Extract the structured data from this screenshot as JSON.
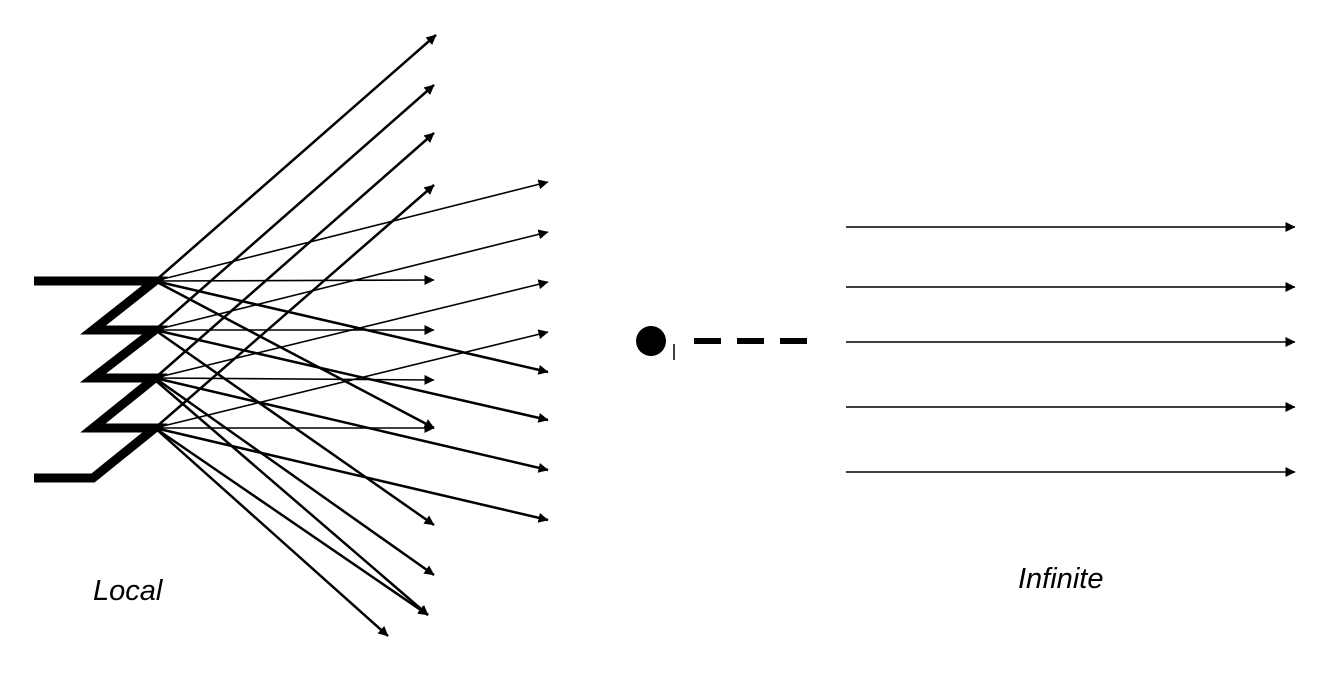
{
  "labels": {
    "local": "Local",
    "infinite": "Infinite"
  },
  "colors": {
    "stroke": "#000000",
    "background": "#ffffff"
  },
  "diagram": {
    "type": "light-source-comparison",
    "parts": [
      "local-light-source",
      "infinite-light-source"
    ],
    "local_source_ray_origins": 4,
    "infinite_parallel_rays": 5
  }
}
